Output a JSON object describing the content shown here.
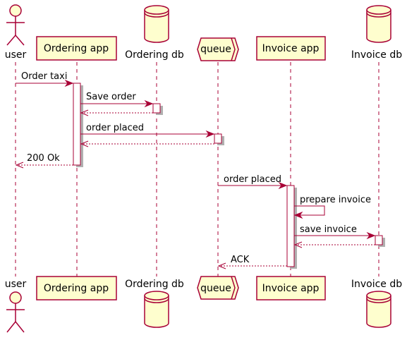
{
  "participants": {
    "user": "user",
    "ordering_app": "Ordering app",
    "ordering_db": "Ordering db",
    "queue": "queue",
    "invoice_app": "Invoice app",
    "invoice_db": "Invoice db"
  },
  "messages": {
    "order_taxi": "Order taxi",
    "save_order": "Save order",
    "order_placed_1": "order placed",
    "ok_200": "200 Ok",
    "order_placed_2": "order placed",
    "prepare_invoice": "prepare invoice",
    "save_invoice": "save invoice",
    "ack": "ACK"
  },
  "colors": {
    "participant_fill": "#FEFECE",
    "line": "#A80036"
  }
}
